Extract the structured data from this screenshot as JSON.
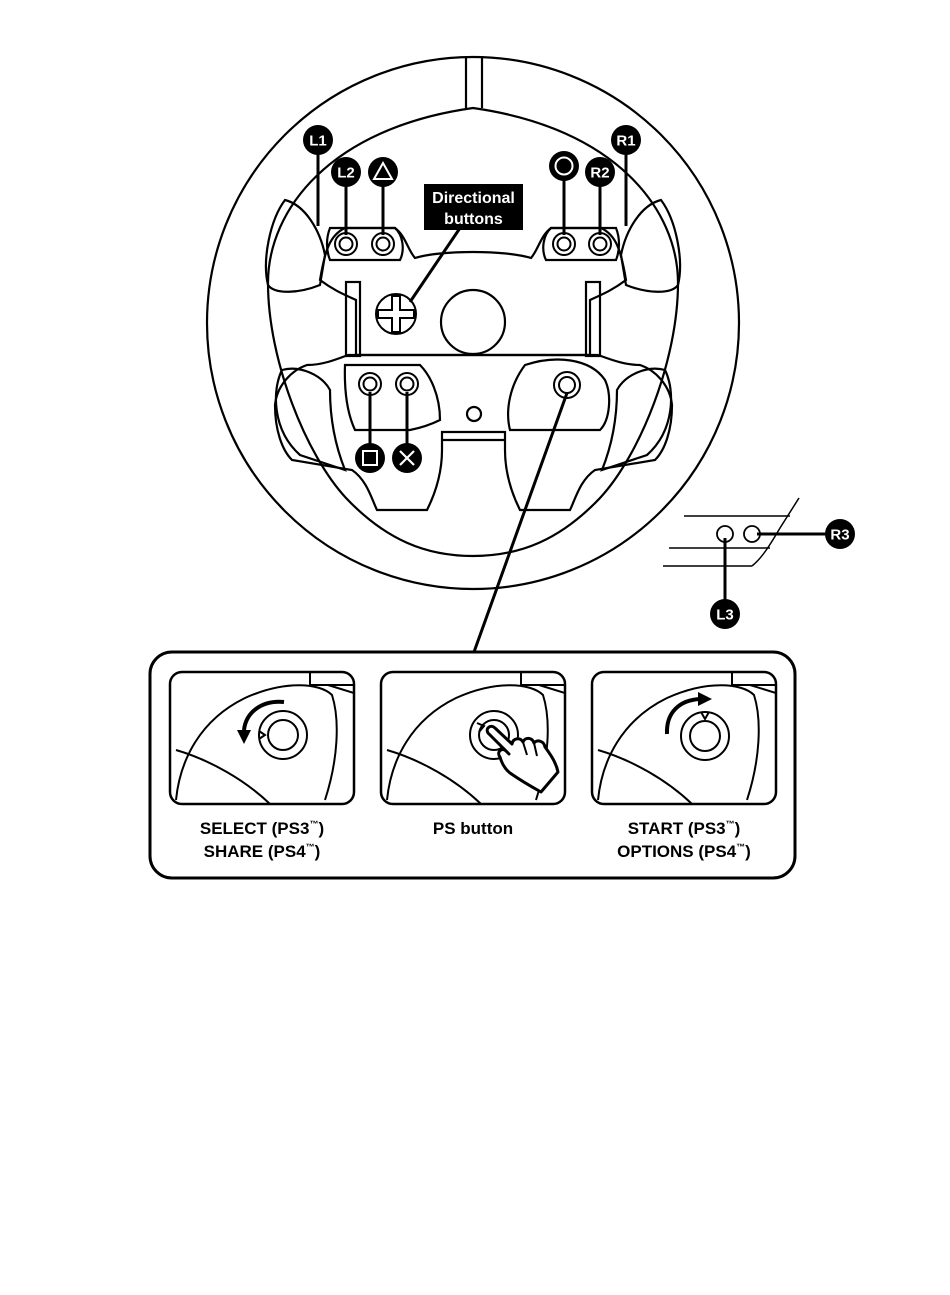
{
  "labels": {
    "L1": "L1",
    "L2": "L2",
    "R1": "R1",
    "R2": "R2",
    "R3": "R3",
    "L3": "L3",
    "directional_line1": "Directional",
    "directional_line2": "buttons"
  },
  "captions": {
    "select": {
      "line1": "SELECT (PS3",
      "line2": "SHARE (PS4",
      "tm": "™",
      "close": ")"
    },
    "ps": {
      "line1": "PS button"
    },
    "start": {
      "line1": "START (PS3",
      "line2": "OPTIONS (PS4",
      "tm": "™",
      "close": ")"
    }
  },
  "colors": {
    "ink": "#000000",
    "paper": "#ffffff"
  },
  "icons": [
    "triangle-icon",
    "circle-icon",
    "square-icon",
    "cross-icon",
    "dpad-icon",
    "rotate-left-arrow-icon",
    "rotate-right-arrow-icon",
    "pointing-hand-icon"
  ]
}
